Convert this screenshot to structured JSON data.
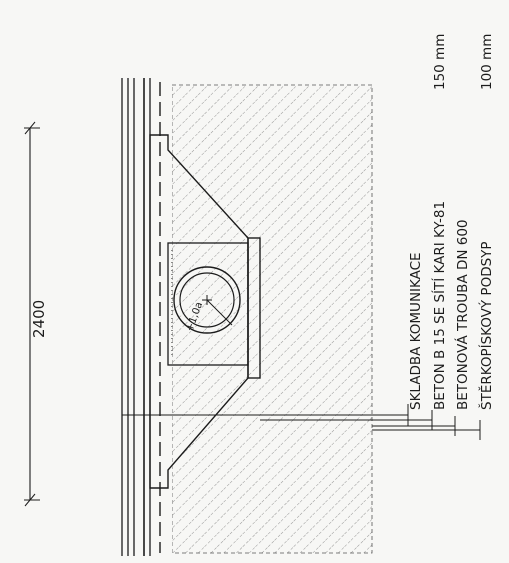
{
  "dimension": {
    "text": "2400"
  },
  "radius": {
    "text": "+1,0a"
  },
  "layers": [
    {
      "label": "SKLADBA KOMUNIKACE",
      "thickness": ""
    },
    {
      "label": "BETON B 15 SE SÍTÍ KARI KY-81",
      "thickness": "150 mm"
    },
    {
      "label": "BETONOVÁ TROUBA DN 600",
      "thickness": ""
    },
    {
      "label": "ŠTĚRKOPÍSKOVÝ PODSYP",
      "thickness": "100 mm"
    }
  ],
  "colors": {
    "ink": "#1c1c1c",
    "paper": "#f7f7f5"
  }
}
